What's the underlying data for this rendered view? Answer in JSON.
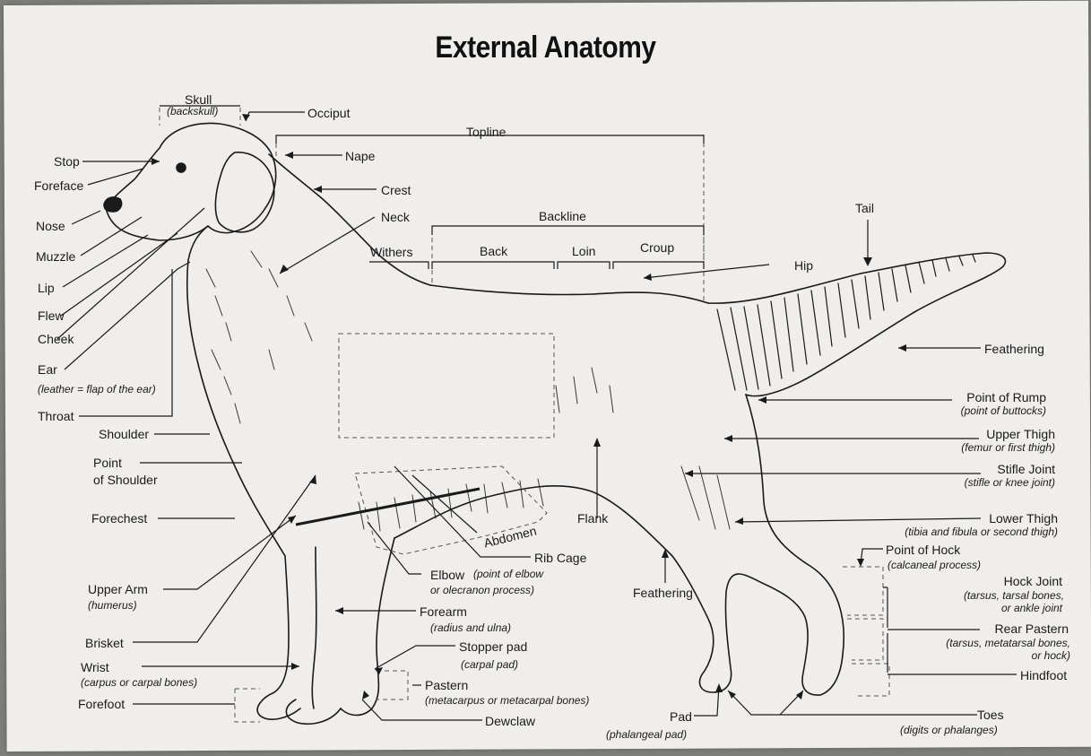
{
  "title": "External Anatomy",
  "labels": {
    "skull": "Skull",
    "skull_sub": "(backskull)",
    "occiput": "Occiput",
    "topline": "Topline",
    "nape": "Nape",
    "stop": "Stop",
    "foreface": "Foreface",
    "crest": "Crest",
    "neck": "Neck",
    "backline": "Backline",
    "tail": "Tail",
    "nose": "Nose",
    "withers": "Withers",
    "back": "Back",
    "loin": "Loin",
    "croup": "Croup",
    "muzzle": "Muzzle",
    "hip": "Hip",
    "lip": "Lip",
    "flew": "Flew",
    "cheek": "Cheek",
    "feathering_tail": "Feathering",
    "ear": "Ear",
    "ear_sub": "(leather = flap of the ear)",
    "point_of_rump": "Point of Rump",
    "point_of_rump_sub": "(point of buttocks)",
    "throat": "Throat",
    "shoulder": "Shoulder",
    "upper_thigh": "Upper Thigh",
    "upper_thigh_sub": "(femur or first thigh)",
    "point_of_shoulder_1": "Point",
    "point_of_shoulder_2": "of Shoulder",
    "stifle_joint": "Stifle Joint",
    "stifle_joint_sub": "(stifle or knee joint)",
    "forechest": "Forechest",
    "flank": "Flank",
    "lower_thigh": "Lower Thigh",
    "lower_thigh_sub": "(tibia and fibula or second thigh)",
    "abdomen": "Abdomen",
    "rib_cage": "Rib Cage",
    "point_of_hock": "Point of Hock",
    "point_of_hock_sub": "(calcaneal process)",
    "upper_arm": "Upper Arm",
    "upper_arm_sub": "(humerus)",
    "elbow": "Elbow",
    "elbow_sub1": "(point of elbow",
    "elbow_sub2": "or olecranon process)",
    "feathering_leg": "Feathering",
    "hock_joint": "Hock Joint",
    "hock_joint_sub1": "(tarsus, tarsal bones,",
    "hock_joint_sub2": "or ankle joint",
    "forearm": "Forearm",
    "forearm_sub": "(radius and ulna)",
    "brisket": "Brisket",
    "rear_pastern": "Rear Pastern",
    "rear_pastern_sub1": "(tarsus, metatarsal bones,",
    "rear_pastern_sub2": "or hock)",
    "stopper_pad": "Stopper pad",
    "stopper_pad_sub": "(carpal pad)",
    "wrist": "Wrist",
    "wrist_sub": "(carpus or carpal bones)",
    "hindfoot": "Hindfoot",
    "pastern": "Pastern",
    "pastern_sub": "(metacarpus or metacarpal bones)",
    "forefoot": "Forefoot",
    "dewclaw": "Dewclaw",
    "pad": "Pad",
    "pad_sub": "(phalangeal pad)",
    "toes": "Toes",
    "toes_sub": "(digits or phalanges)"
  },
  "colors": {
    "paper": "#efeeec",
    "ink": "#1a1a1a",
    "background": "#7d7d7b"
  }
}
